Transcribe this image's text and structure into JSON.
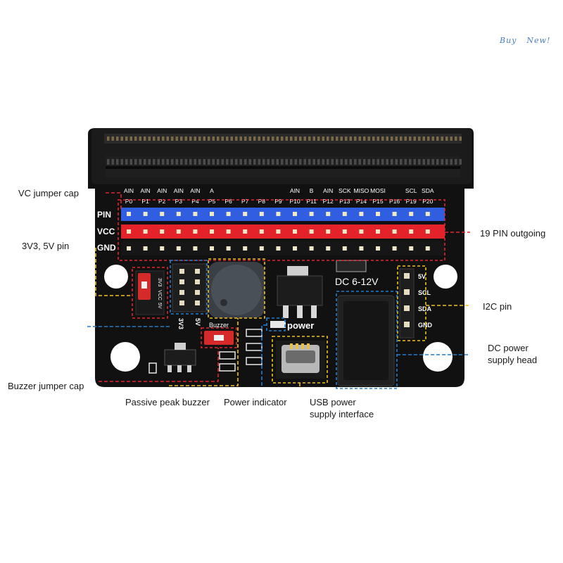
{
  "watermark": {
    "word1": "Buy",
    "word2": "New!"
  },
  "board": {
    "pin_top_labels": [
      "AIN",
      "AIN",
      "AIN",
      "AIN",
      "AIN",
      "A",
      "",
      "",
      "",
      "",
      "AIN",
      "B",
      "AIN",
      "SCK",
      "MISO",
      "MOSI",
      "",
      "SCL",
      "SDA"
    ],
    "pin_labels": [
      "P0",
      "P1",
      "P2",
      "P3",
      "P4",
      "P5",
      "P6",
      "P7",
      "P8",
      "P9",
      "P10",
      "P11",
      "P12",
      "P13",
      "P14",
      "P15",
      "P16",
      "P19",
      "P20"
    ],
    "row_labels": {
      "pin": "PIN",
      "vcc": "VCC",
      "gnd": "GND"
    },
    "jumper_labels": {
      "v33": "3V3",
      "vcc": "VCC",
      "v5": "5V"
    },
    "jumper_side": {
      "v33": "3V3",
      "v5": "5V"
    },
    "buzzer_label": "Buzzer",
    "power_label": "power",
    "dc_label": "DC 6-12V",
    "i2c_labels": [
      "5V",
      "SCL",
      "SDA",
      "GND"
    ]
  },
  "callouts": {
    "vc_jumper_cap": "VC jumper cap",
    "v33_5v_pin": "3V3, 5V pin",
    "buzzer_jumper_cap": "Buzzer jumper cap",
    "passive_peak_buzzer": "Passive peak buzzer",
    "power_indicator": "Power indicator",
    "usb_power_line1": "USB power",
    "usb_power_line2": "supply interface",
    "pin_outgoing": "19 PIN outgoing",
    "i2c_pin": "I2C pin",
    "dc_power_line1": "DC power",
    "dc_power_line2": "supply head"
  },
  "colors": {
    "board": "#111111",
    "pin_row": "#2f5fe0",
    "vcc_row": "#e4222a",
    "gnd_row": "#1a1a1a",
    "jumper_cap": "#d42a2a",
    "callout_red": "#e0262e",
    "callout_yellow": "#f2c21b",
    "callout_blue": "#1e7fd0"
  }
}
